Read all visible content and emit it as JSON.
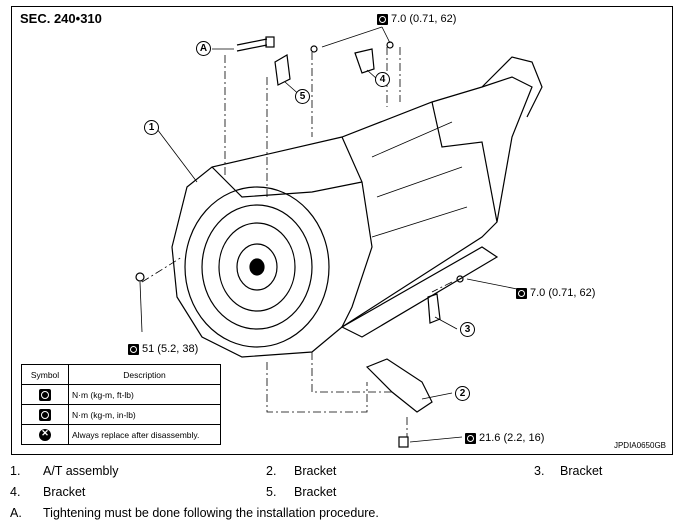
{
  "section": "SEC. 240•310",
  "figure_id": "JPDIA0650GB",
  "callouts": {
    "c1": "1",
    "c2": "2",
    "c3": "3",
    "c4": "4",
    "c5": "5",
    "cA": "A"
  },
  "torque_specs": {
    "top": "7.0 (0.71, 62)",
    "right": "7.0 (0.71, 62)",
    "left": "51 (5.2, 38)",
    "bottom": "21.6 (2.2, 16)"
  },
  "legend": {
    "header_symbol": "Symbol",
    "header_description": "Description",
    "rows": [
      {
        "icon": "torque-ft-lb-icon",
        "description": "N·m (kg-m, ft-lb)"
      },
      {
        "icon": "torque-in-lb-icon",
        "description": "N·m (kg-m, in-lb)"
      },
      {
        "icon": "replace-icon",
        "description": "Always replace after disassembly."
      }
    ]
  },
  "parts": [
    {
      "num": "1.",
      "label": "A/T assembly"
    },
    {
      "num": "2.",
      "label": "Bracket"
    },
    {
      "num": "3.",
      "label": "Bracket"
    },
    {
      "num": "4.",
      "label": "Bracket"
    },
    {
      "num": "5.",
      "label": "Bracket"
    },
    {
      "num": "A.",
      "label": "Tightening must be done following the installation procedure."
    }
  ],
  "colors": {
    "line": "#000000",
    "background": "#ffffff"
  }
}
